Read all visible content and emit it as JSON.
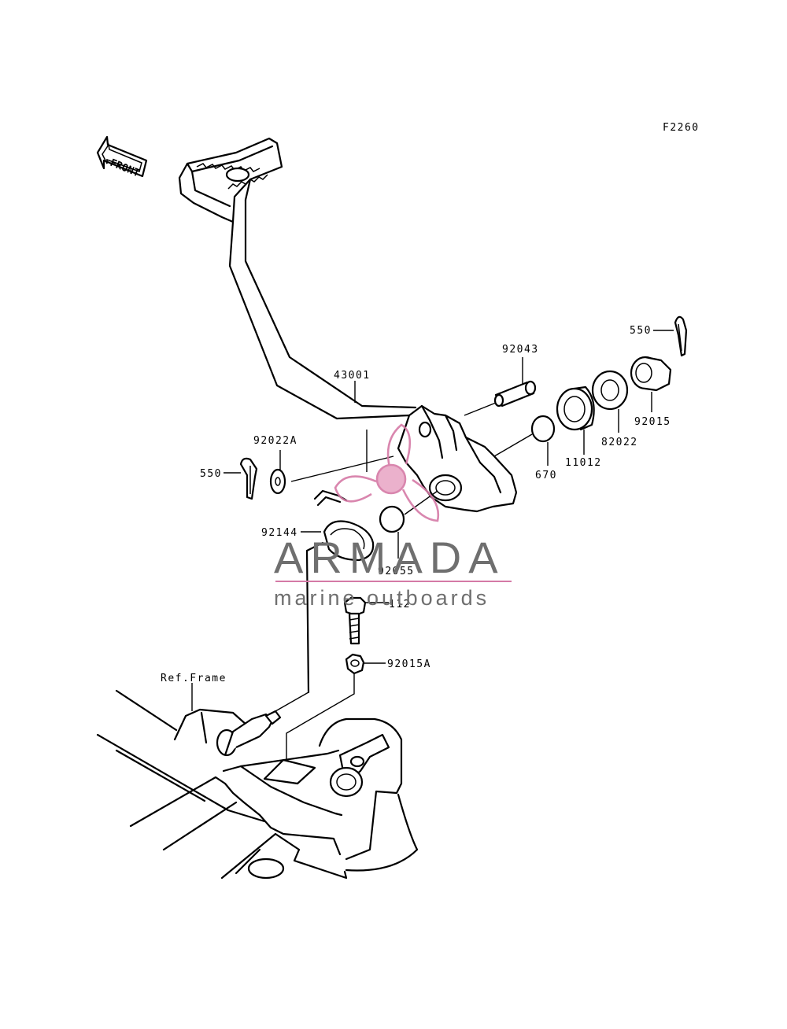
{
  "figure_code": "F2260",
  "front_label": "FRONT",
  "part_labels": {
    "p43001": "43001",
    "p92043": "92043",
    "p550_top": "550",
    "p92015": "92015",
    "p82022": "82022",
    "p11012": "11012",
    "p670": "670",
    "p92022A": "92022A",
    "p550_left": "550",
    "p92144": "92144",
    "p92055": "92055",
    "p112": "112",
    "p92015A": "92015A",
    "ref_frame": "Ref.Frame"
  },
  "watermark": {
    "title": "ARMADA",
    "subtitle": "marine outboards",
    "accent_color": "#d57aa6",
    "text_color": "#6f6f6f"
  }
}
